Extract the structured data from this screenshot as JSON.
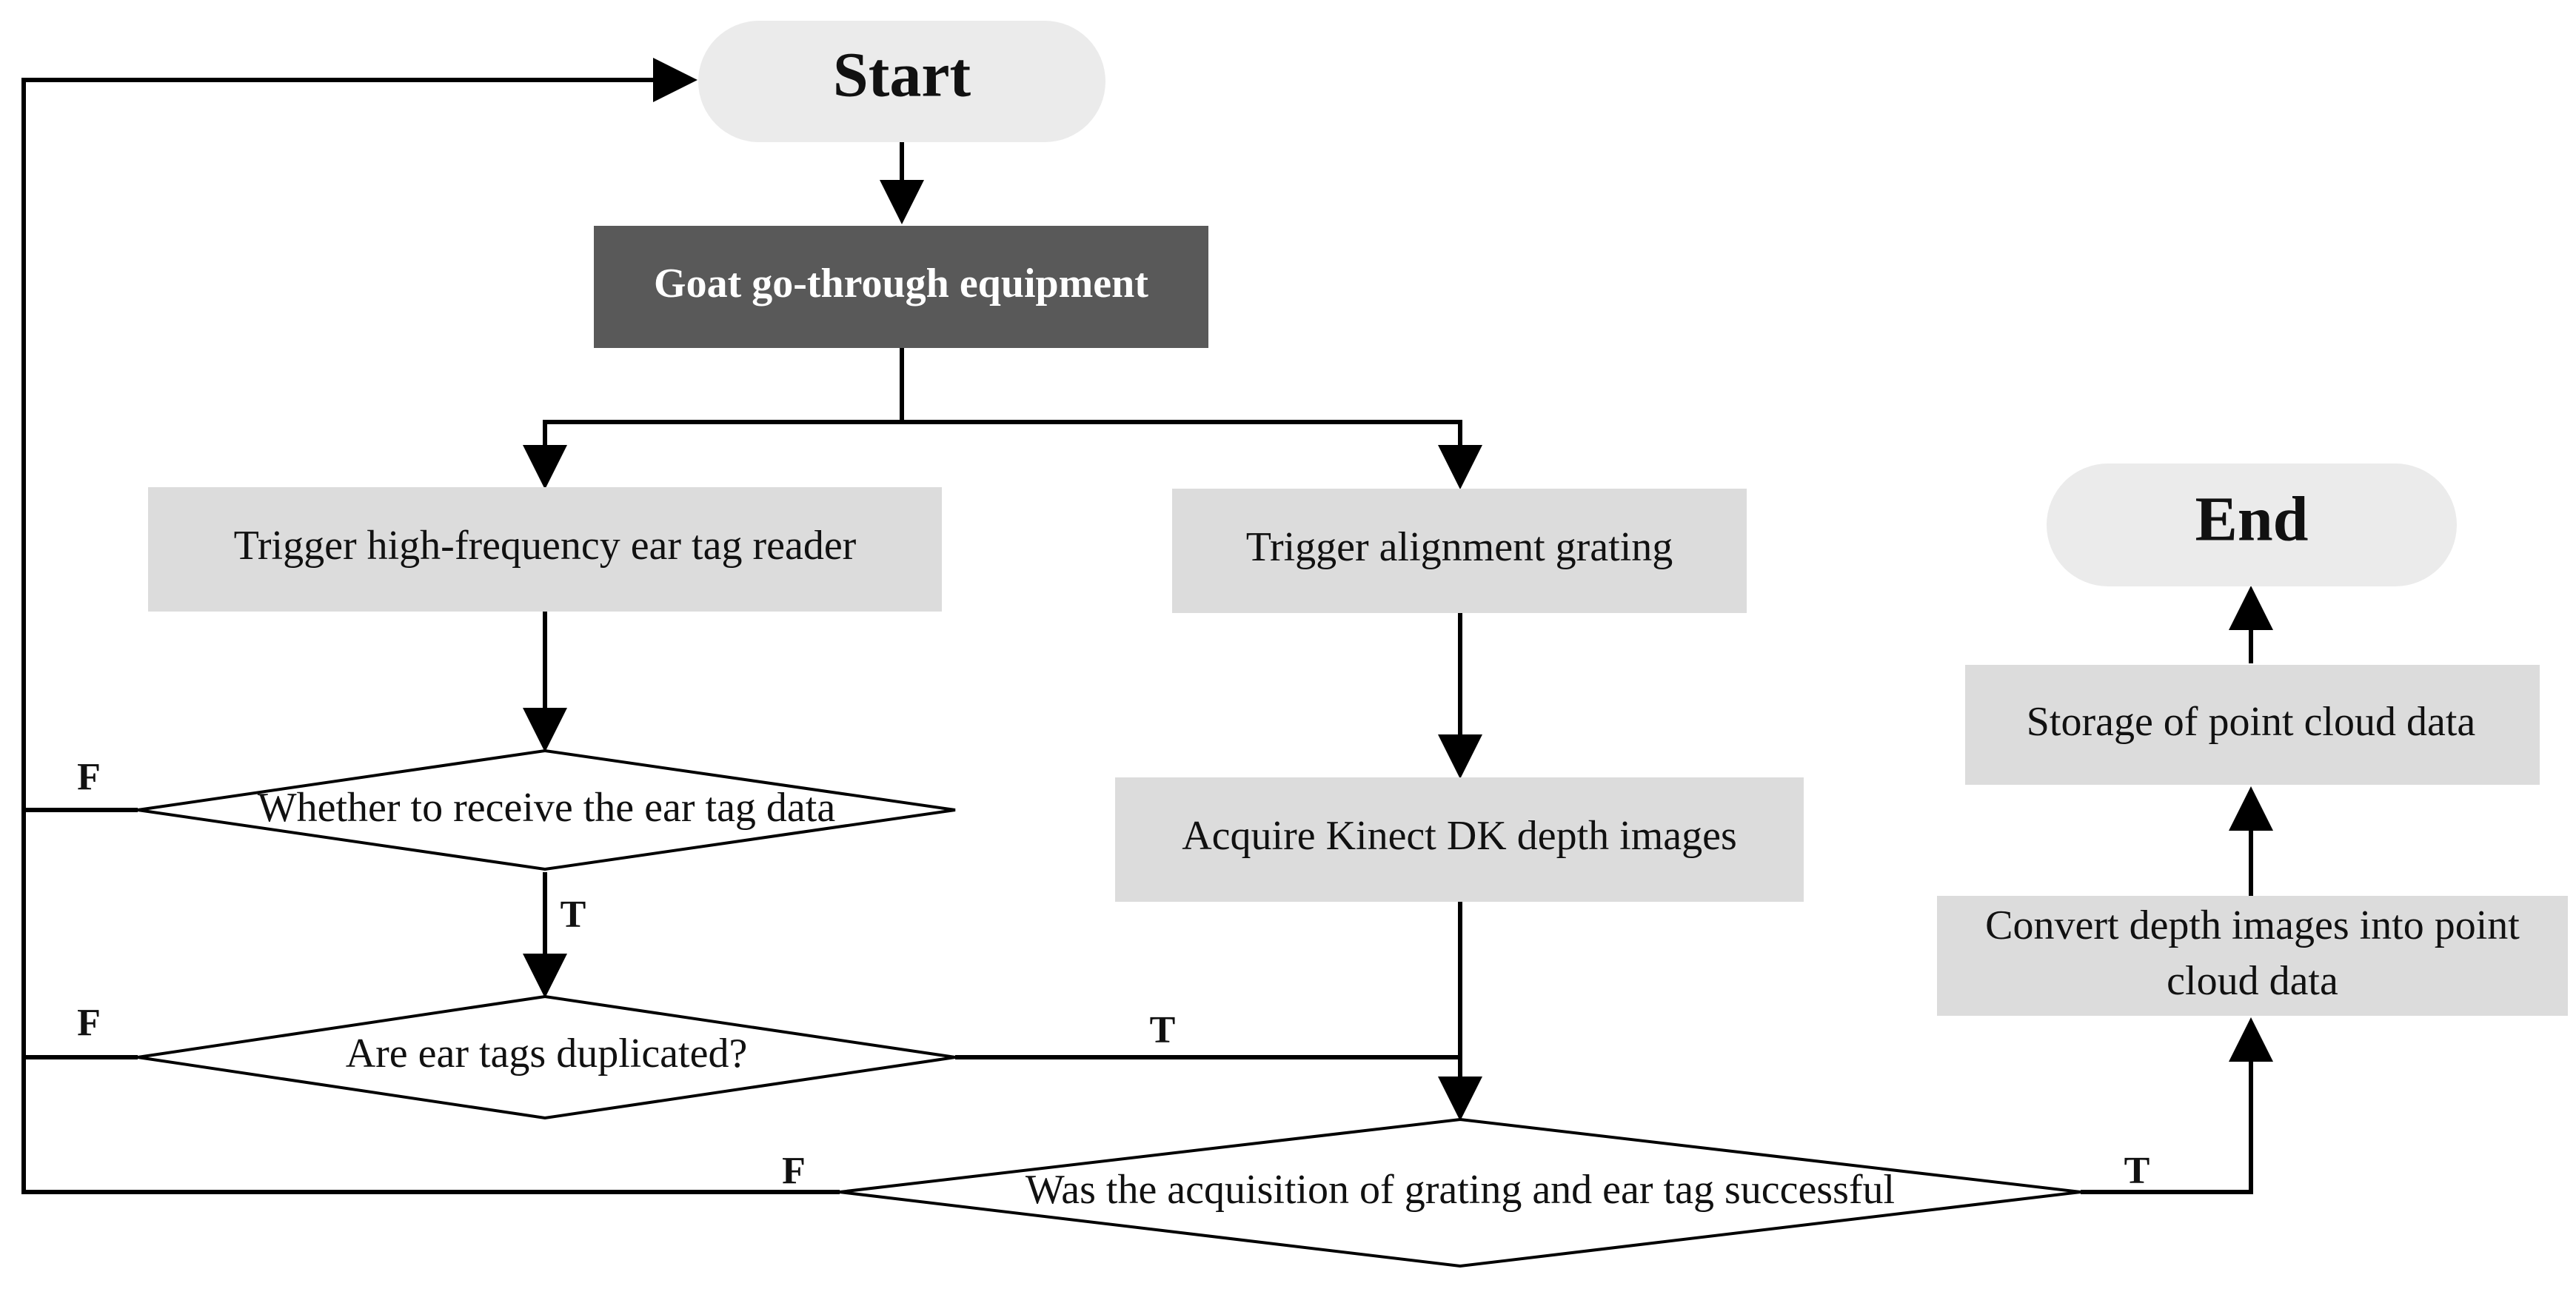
{
  "flowchart": {
    "start_label": "Start",
    "end_label": "End",
    "goat_equipment": "Goat go-through equipment",
    "ear_tag_reader": "Trigger high-frequency ear tag reader",
    "alignment_grating": "Trigger alignment grating",
    "receive_decision": "Whether to receive the ear tag data",
    "duplicate_decision": "Are ear tags duplicated?",
    "acquire_depth": "Acquire Kinect DK depth images",
    "success_decision": "Was the acquisition of grating and ear tag successful",
    "convert_line1": "Convert depth images into point",
    "convert_line2": "cloud data",
    "storage": "Storage of point cloud data",
    "true_label": "T",
    "false_label": "F"
  },
  "colors": {
    "terminal_fill": "#ebebeb",
    "process_fill": "#dcdcdc",
    "dark_process_fill": "#595959",
    "line": "#000000"
  }
}
